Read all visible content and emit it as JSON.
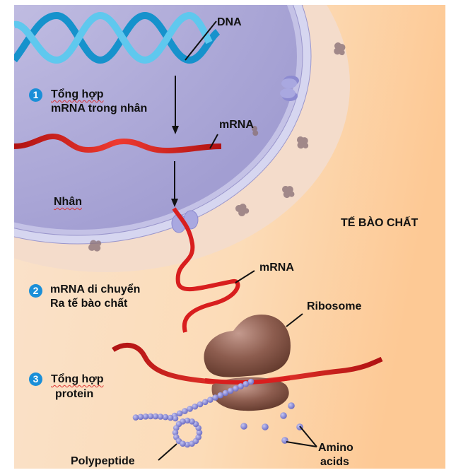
{
  "diagram": {
    "title_region": "TẾ BÀO CHẤT",
    "labels": {
      "dna": "DNA",
      "mrna_nucleus": "mRNA",
      "mrna_cytoplasm": "mRNA",
      "nucleus": "Nhân",
      "cytoplasm": "TẾ BÀO CHẤT",
      "ribosome": "Ribosome",
      "polypeptide": "Polypeptide",
      "amino_line1": "Amino",
      "amino_line2": "acids"
    },
    "steps": [
      {
        "number": "1",
        "line1": "Tổng hợp",
        "line2": "mRNA trong nhân"
      },
      {
        "number": "2",
        "line1": "mRNA di chuyển",
        "line2": "Ra tế bào chất"
      },
      {
        "number": "3",
        "line1": "Tổng hợp",
        "line2": "protein"
      }
    ],
    "colors": {
      "nucleus": "#aaa6d6",
      "cytoplasm": "#fcd6aa",
      "dna_dark": "#1692cc",
      "dna_light": "#5fc8ee",
      "mrna": "#d81e1e",
      "ribosome": "#8a5a4c",
      "amino": "#7b7bd0",
      "badge": "#1a8fd8"
    }
  }
}
